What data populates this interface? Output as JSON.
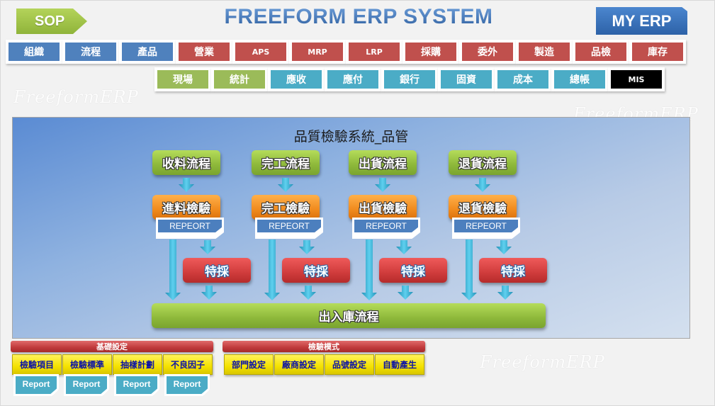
{
  "header": {
    "sop_label": "SOP",
    "title": "FREEFORM ERP SYSTEM",
    "my_erp_label": "MY ERP"
  },
  "colors": {
    "blue": "#4f81bd",
    "red": "#c0504d",
    "green": "#9bbb59",
    "teal": "#4bacc6",
    "black": "#000000"
  },
  "nav_row1": [
    {
      "label": "組織",
      "color": "#4f81bd"
    },
    {
      "label": "流程",
      "color": "#4f81bd"
    },
    {
      "label": "產品",
      "color": "#4f81bd"
    },
    {
      "label": "營業",
      "color": "#c0504d"
    },
    {
      "label": "APS",
      "color": "#c0504d"
    },
    {
      "label": "MRP",
      "color": "#c0504d"
    },
    {
      "label": "LRP",
      "color": "#c0504d"
    },
    {
      "label": "採購",
      "color": "#c0504d"
    },
    {
      "label": "委外",
      "color": "#c0504d"
    },
    {
      "label": "製造",
      "color": "#c0504d"
    },
    {
      "label": "品檢",
      "color": "#c0504d"
    },
    {
      "label": "庫存",
      "color": "#c0504d"
    }
  ],
  "nav_row2": [
    {
      "label": "現場",
      "color": "#9bbb59"
    },
    {
      "label": "統計",
      "color": "#9bbb59"
    },
    {
      "label": "應收",
      "color": "#4bacc6"
    },
    {
      "label": "應付",
      "color": "#4bacc6"
    },
    {
      "label": "銀行",
      "color": "#4bacc6"
    },
    {
      "label": "固資",
      "color": "#4bacc6"
    },
    {
      "label": "成本",
      "color": "#4bacc6"
    },
    {
      "label": "總帳",
      "color": "#4bacc6"
    },
    {
      "label": "MIS",
      "color": "#000000"
    }
  ],
  "watermark": "FreeformERP",
  "diagram": {
    "title": "品質檢驗系統_品管",
    "columns": [
      {
        "flow": "收料流程",
        "inspection": "進料檢驗",
        "report": "REPEORT",
        "special": "特採"
      },
      {
        "flow": "完工流程",
        "inspection": "完工檢驗",
        "report": "REPEORT",
        "special": "特採"
      },
      {
        "flow": "出貨流程",
        "inspection": "出貨檢驗",
        "report": "REPEORT",
        "special": "特採"
      },
      {
        "flow": "退貨流程",
        "inspection": "退貨檢驗",
        "report": "REPEORT",
        "special": "特採"
      }
    ],
    "bottom_flow": "出入庫流程"
  },
  "basic_settings": {
    "header": "基礎設定",
    "buttons": [
      "檢驗項目",
      "檢驗標準",
      "抽樣計劃",
      "不良因子"
    ],
    "report_label": "Report"
  },
  "inspection_mode": {
    "header": "檢驗模式",
    "buttons": [
      "部門設定",
      "廠商設定",
      "品號設定",
      "自動產生"
    ]
  }
}
